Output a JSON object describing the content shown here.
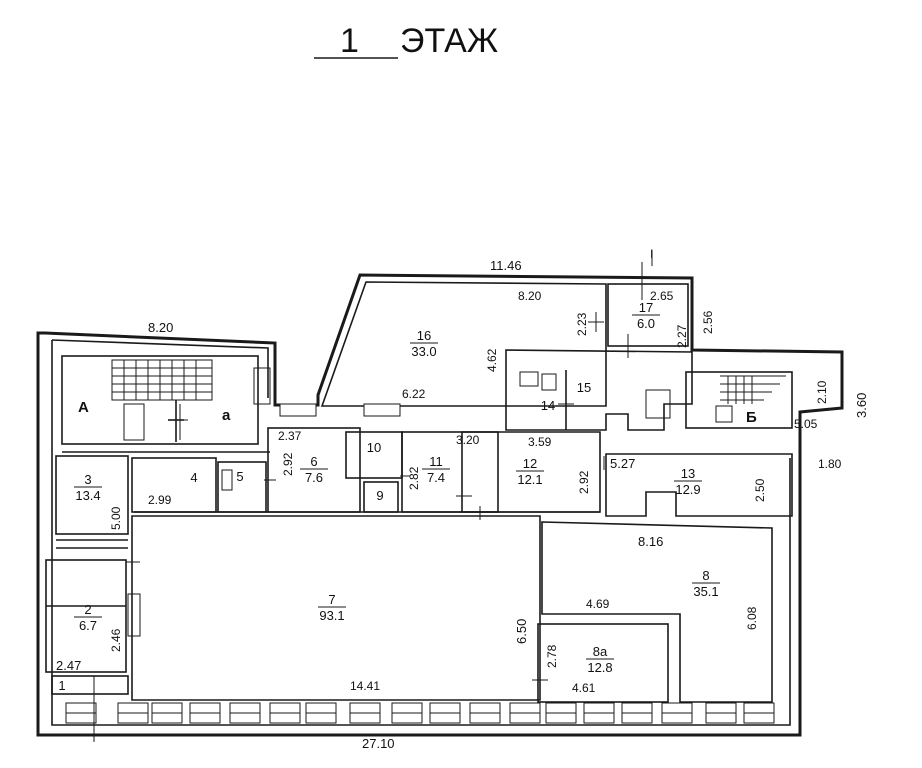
{
  "title": {
    "number": "1",
    "label": "ЭТАЖ"
  },
  "axis_marks": {
    "top": "I"
  },
  "dims": {
    "d_11_46": "11.46",
    "d_8_20_top": "8.20",
    "d_8_20_left": "8.20",
    "d_2_65": "2.65",
    "d_2_56": "2.56",
    "d_2_23": "2.23",
    "d_2_27": "2.27",
    "d_4_62": "4.62",
    "d_6_22": "6.22",
    "d_2_37": "2.37",
    "d_3_20": "3.20",
    "d_3_59": "3.59",
    "d_2_92_a": "2.92",
    "d_2_82": "2.82",
    "d_2_92_b": "2.92",
    "d_5_27": "5.27",
    "d_2_50": "2.50",
    "d_2_10": "2.10",
    "d_3_60": "3.60",
    "d_5_05": "5.05",
    "d_1_80": "1.80",
    "d_5_00": "5.00",
    "d_2_99": "2.99",
    "d_8_16": "8.16",
    "d_4_69": "4.69",
    "d_6_08": "6.08",
    "d_6_50": "6.50",
    "d_2_78": "2.78",
    "d_4_61": "4.61",
    "d_14_41": "14.41",
    "d_2_46": "2.46",
    "d_2_47": "2.47",
    "d_27_10": "27.10"
  },
  "rooms": [
    {
      "id": "r1",
      "num": "1",
      "area": ""
    },
    {
      "id": "r2",
      "num": "2",
      "area": "6.7"
    },
    {
      "id": "r3",
      "num": "3",
      "area": "13.4"
    },
    {
      "id": "r4",
      "num": "4",
      "area": ""
    },
    {
      "id": "r5",
      "num": "5",
      "area": ""
    },
    {
      "id": "r6",
      "num": "6",
      "area": "7.6"
    },
    {
      "id": "r7",
      "num": "7",
      "area": "93.1"
    },
    {
      "id": "r8",
      "num": "8",
      "area": "35.1"
    },
    {
      "id": "r8a",
      "num": "8а",
      "area": "12.8"
    },
    {
      "id": "r9",
      "num": "9",
      "area": ""
    },
    {
      "id": "r10",
      "num": "10",
      "area": ""
    },
    {
      "id": "r11",
      "num": "11",
      "area": "7.4"
    },
    {
      "id": "r12",
      "num": "12",
      "area": "12.1"
    },
    {
      "id": "r13",
      "num": "13",
      "area": "12.9"
    },
    {
      "id": "r14",
      "num": "14",
      "area": ""
    },
    {
      "id": "r15",
      "num": "15",
      "area": ""
    },
    {
      "id": "r16",
      "num": "16",
      "area": "33.0"
    },
    {
      "id": "r17",
      "num": "17",
      "area": "6.0"
    }
  ],
  "stairs": {
    "A": "А",
    "a": "а",
    "B": "Б"
  }
}
